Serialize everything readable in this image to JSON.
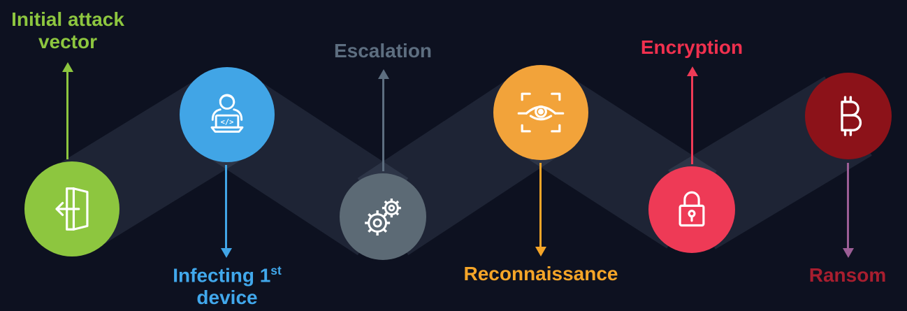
{
  "background_color": "#0d1120",
  "ribbon_color": "#9eb1cd",
  "stages": [
    {
      "name": "initial-attack-vector",
      "label_line1": "Initial attack",
      "label_line2": "vector",
      "circle_color": "#8dc63f",
      "label_color": "#8dc63f",
      "arrow_color": "#8dc63f",
      "arrow_direction": "up",
      "icon": "door-entry-icon"
    },
    {
      "name": "infecting-first-device",
      "label_pre": "Infecting 1",
      "label_sup": "st",
      "label_line2": "device",
      "circle_color": "#41a5e6",
      "label_color": "#41a8ec",
      "arrow_color": "#41a5e6",
      "arrow_direction": "down",
      "icon": "person-laptop-icon"
    },
    {
      "name": "escalation",
      "label": "Escalation",
      "circle_color": "#5c6a75",
      "label_color": "#5d6e80",
      "arrow_color": "#5d6e80",
      "arrow_direction": "up",
      "icon": "gears-icon"
    },
    {
      "name": "reconnaissance",
      "label": "Reconnaissance",
      "circle_color": "#f2a33a",
      "label_color": "#f5a528",
      "arrow_color": "#f5a528",
      "arrow_direction": "down",
      "icon": "surveillance-eye-icon"
    },
    {
      "name": "encryption",
      "label": "Encryption",
      "circle_color": "#ee3a56",
      "label_color": "#f0304e",
      "arrow_color": "#ee3a56",
      "arrow_direction": "up",
      "icon": "padlock-icon"
    },
    {
      "name": "ransom",
      "label": "Ransom",
      "circle_color": "#8c1219",
      "label_color": "#a81e2f",
      "arrow_color": "#9c5e96",
      "arrow_direction": "down",
      "icon": "bitcoin-icon"
    }
  ]
}
